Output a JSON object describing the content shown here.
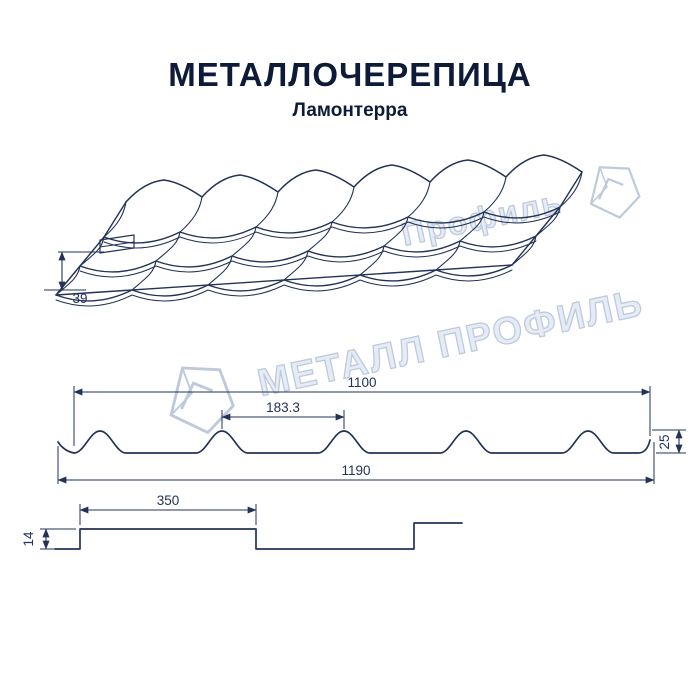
{
  "header": {
    "title": "МЕТАЛЛОЧЕРЕПИЦА",
    "subtitle": "Ламонтерра"
  },
  "watermark": {
    "brand_middle": "МЕТАЛЛ ПРОФИЛЬ",
    "brand_top": "Профиль",
    "color": "#b7c5d9"
  },
  "colors": {
    "line": "#233257",
    "title_text": "#0d1b38",
    "background": "#ffffff"
  },
  "diagrams": {
    "perspective_view": {
      "description": "metal-tile-sheet-perspective",
      "height_mm": "39"
    },
    "cross_section": {
      "description": "tile-profile-cross-section",
      "cover_width_mm": "1100",
      "module_width_mm": "183.3",
      "profile_height_mm": "25",
      "overall_width_mm": "1190"
    },
    "overlap_profile": {
      "description": "longitudinal-step-profile",
      "step_length_mm": "350",
      "step_height_mm": "14"
    }
  }
}
